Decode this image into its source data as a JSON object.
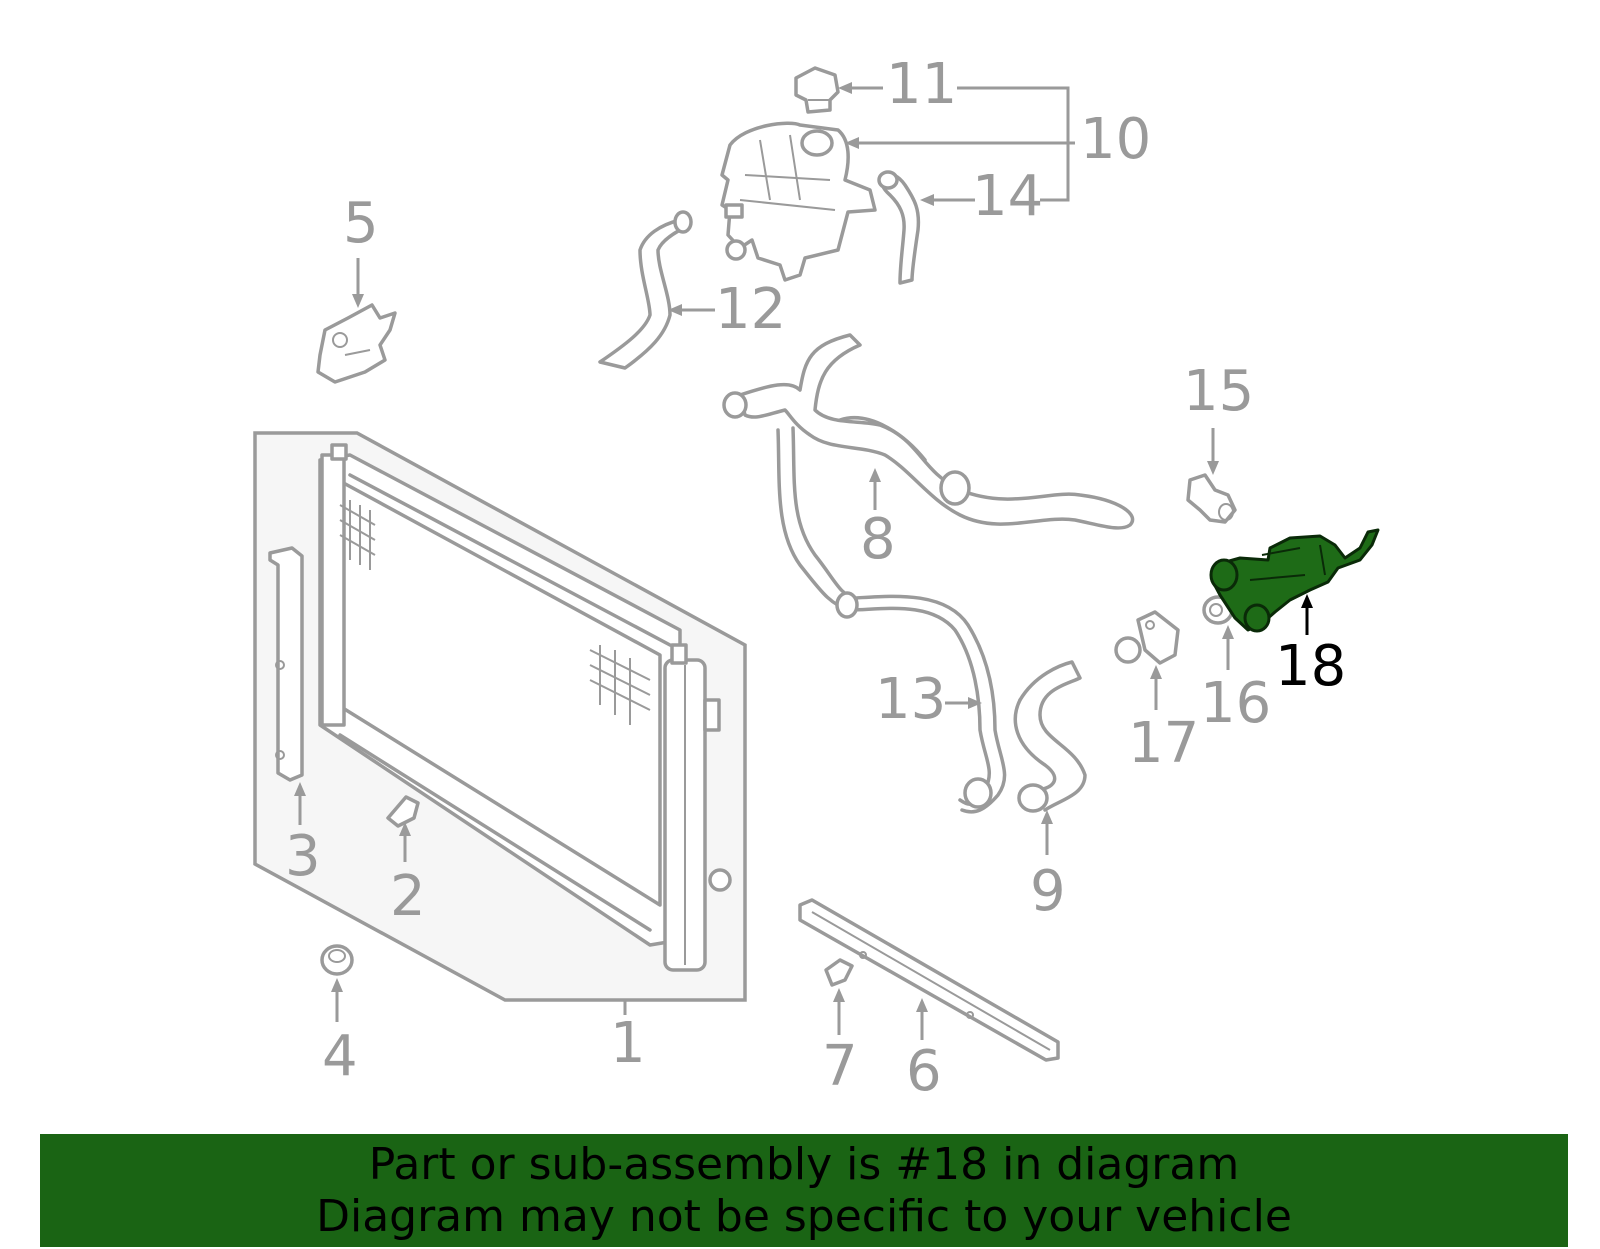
{
  "diagram": {
    "highlighted_part": "18",
    "callouts": [
      "1",
      "2",
      "3",
      "4",
      "5",
      "6",
      "7",
      "8",
      "9",
      "10",
      "11",
      "12",
      "13",
      "14",
      "15",
      "16",
      "17",
      "18"
    ],
    "colors": {
      "part_stroke": "#9a9a9a",
      "highlight_fill": "#1e6b17",
      "banner_bg": "#1a6414",
      "assembly_bg": "#f6f6f6"
    }
  },
  "banner": {
    "line1": "Part or sub-assembly is #18 in diagram",
    "line2": "Diagram may not be specific to your vehicle"
  }
}
